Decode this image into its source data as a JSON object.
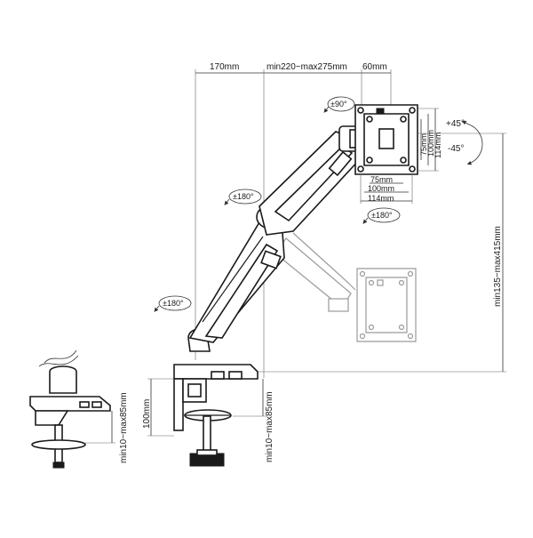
{
  "labels": {
    "top_offset": "170mm",
    "arm_span": "min220~max275mm",
    "plate_offset": "60mm",
    "height_range": "min135~max415mm",
    "vesa_h1": "75mm",
    "vesa_h2": "100mm",
    "vesa_h3": "114mm",
    "vesa_w1": "75mm",
    "vesa_w2": "100mm",
    "vesa_w3": "114mm",
    "tilt_up": "+45°",
    "tilt_down": "-45°",
    "rotate_plate": "±90°",
    "swivel_head": "±180°",
    "swivel_elbow": "±180°",
    "swivel_base": "±180°",
    "clamp_height": "100mm",
    "clamp_range_right": "min10~max85mm",
    "clamp_range_left": "min10~max85mm"
  },
  "colors": {
    "ink": "#1a1a1a",
    "ghost": "#9a9a9a",
    "background": "#ffffff"
  }
}
